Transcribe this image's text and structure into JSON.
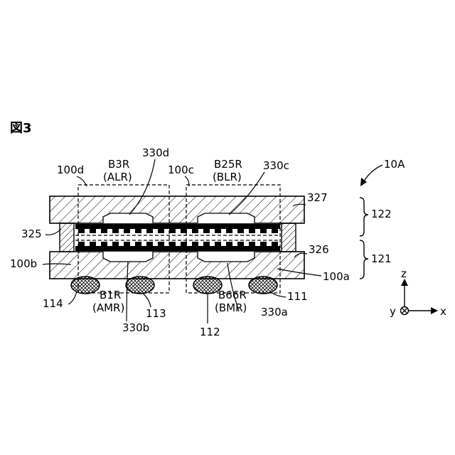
{
  "figure_label": "図3",
  "assembly_label": "10A",
  "labels": {
    "l100d": "100d",
    "l100c": "100c",
    "b3r": "B3R",
    "alr": "(ALR)",
    "l330d": "330d",
    "b25r": "B25R",
    "blr": "(BLR)",
    "l330c": "330c",
    "l327": "327",
    "l122": "122",
    "l325": "325",
    "l326": "326",
    "l121": "121",
    "l100b": "100b",
    "l100a": "100a",
    "l114": "114",
    "b1r": "B1R",
    "amr": "(AMR)",
    "l113": "113",
    "l330b": "330b",
    "b66r": "B66R",
    "bmr": "(BMR)",
    "l330a": "330a",
    "l111": "111",
    "l112": "112"
  },
  "axes": {
    "z": "z",
    "y": "y",
    "x": "x"
  },
  "colors": {
    "line": "#000000",
    "background": "#ffffff",
    "conductor": "#000000"
  }
}
